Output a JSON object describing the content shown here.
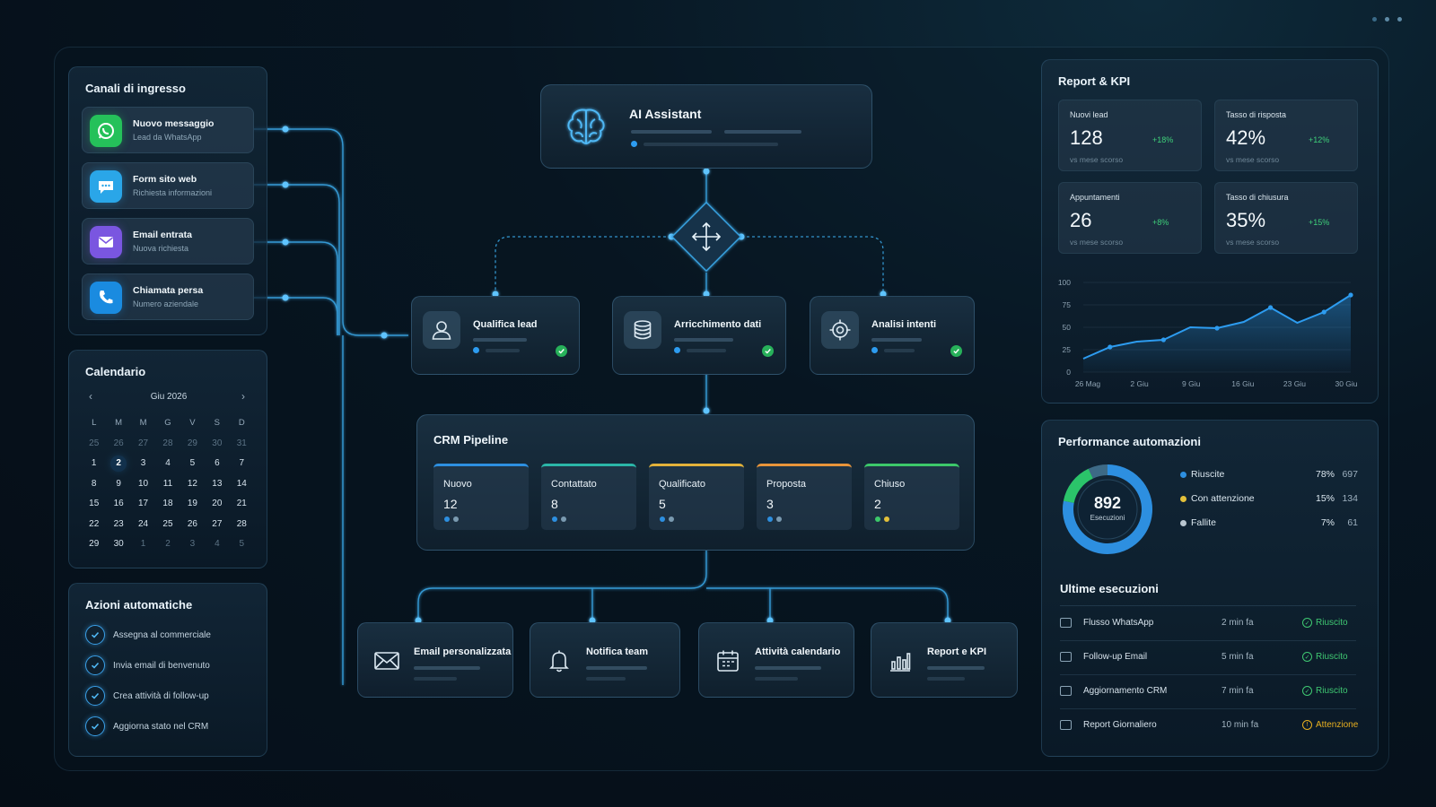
{
  "canali": {
    "title": "Canali di ingresso",
    "items": [
      {
        "title": "Nuovo messaggio",
        "subtitle": "Lead da WhatsApp",
        "icon": "whatsapp-icon",
        "color": "#25c15a"
      },
      {
        "title": "Form sito web",
        "subtitle": "Richiesta informazioni",
        "icon": "chat-bubble-icon",
        "color": "#2aa6e8"
      },
      {
        "title": "Email entrata",
        "subtitle": "Nuova richiesta",
        "icon": "mail-icon",
        "color": "#7a56e0"
      },
      {
        "title": "Chiamata persa",
        "subtitle": "Numero aziendale",
        "icon": "phone-icon",
        "color": "#1a8be0"
      }
    ]
  },
  "calendario": {
    "title": "Calendario",
    "month": "Giu 2026",
    "weekdays": [
      "L",
      "M",
      "M",
      "G",
      "V",
      "S",
      "D"
    ],
    "selected_day": "2"
  },
  "azioni": {
    "title": "Azioni automatiche",
    "items": [
      "Assegna al commerciale",
      "Invia email di benvenuto",
      "Crea attività di follow-up",
      "Aggiorna stato nel CRM"
    ]
  },
  "assistant": {
    "title": "AI Assistant"
  },
  "process": [
    {
      "title": "Qualifica lead",
      "icon": "user-icon"
    },
    {
      "title": "Arricchimento dati",
      "icon": "database-icon"
    },
    {
      "title": "Analisi intenti",
      "icon": "target-icon"
    }
  ],
  "crm": {
    "title": "CRM Pipeline",
    "columns": [
      {
        "label": "Nuovo",
        "count": "12",
        "color": "#2d8fe0"
      },
      {
        "label": "Contattato",
        "count": "8",
        "color": "#2bb6a8"
      },
      {
        "label": "Qualificato",
        "count": "5",
        "color": "#e3b23a"
      },
      {
        "label": "Proposta",
        "count": "3",
        "color": "#e8943a"
      },
      {
        "label": "Chiuso",
        "count": "2",
        "color": "#3cc86a"
      }
    ]
  },
  "outputs": [
    {
      "title": "Email personalizzata",
      "icon": "envelope-icon"
    },
    {
      "title": "Notifica team",
      "icon": "bell-icon"
    },
    {
      "title": "Attività calendario",
      "icon": "calendar-icon"
    },
    {
      "title": "Report e KPI",
      "icon": "bar-chart-icon"
    }
  ],
  "report": {
    "title": "Report & KPI",
    "kpis": [
      {
        "label": "Nuovi lead",
        "value": "128",
        "delta": "+18%",
        "note": "vs mese scorso"
      },
      {
        "label": "Tasso di risposta",
        "value": "42%",
        "delta": "+12%",
        "note": "vs mese scorso"
      },
      {
        "label": "Appuntamenti",
        "value": "26",
        "delta": "+8%",
        "note": "vs mese scorso"
      },
      {
        "label": "Tasso di chiusura",
        "value": "35%",
        "delta": "+15%",
        "note": "vs mese scorso"
      }
    ]
  },
  "chart_data": {
    "type": "area",
    "x": [
      "26 Mag",
      "",
      "2 Giu",
      "",
      "9 Giu",
      "",
      "16 Giu",
      "",
      "23 Giu",
      "",
      "30 Giu"
    ],
    "xticks": [
      "26 Mag",
      "2 Giu",
      "9 Giu",
      "16 Giu",
      "23 Giu",
      "30 Giu"
    ],
    "values": [
      15,
      28,
      34,
      36,
      50,
      49,
      56,
      72,
      55,
      67,
      86
    ],
    "yticks": [
      "100",
      "75",
      "50",
      "25",
      "0"
    ],
    "ylim": [
      0,
      100
    ],
    "color": "#2d9cf0"
  },
  "performance": {
    "title": "Performance automazioni",
    "total": "892",
    "total_label": "Esecuzioni",
    "rows": [
      {
        "name": "Riuscite",
        "pct": "78%",
        "count": "697",
        "color": "#2d8fe0",
        "value": 78
      },
      {
        "name": "Con attenzione",
        "pct": "15%",
        "count": "134",
        "color": "#e3c03a",
        "value": 15
      },
      {
        "name": "Fallite",
        "pct": "7%",
        "count": "61",
        "color": "#b9c6d0",
        "value": 7
      }
    ]
  },
  "esecuzioni": {
    "title": "Ultime esecuzioni",
    "rows": [
      {
        "name": "Flusso WhatsApp",
        "time": "2 min fa",
        "status": "Riuscito",
        "color": "#3fc872"
      },
      {
        "name": "Follow-up Email",
        "time": "5 min fa",
        "status": "Riuscito",
        "color": "#3fc872"
      },
      {
        "name": "Aggiornamento CRM",
        "time": "7 min fa",
        "status": "Riuscito",
        "color": "#3fc872"
      },
      {
        "name": "Report Giornaliero",
        "time": "10 min fa",
        "status": "Attenzione",
        "color": "#e8b020"
      }
    ]
  }
}
